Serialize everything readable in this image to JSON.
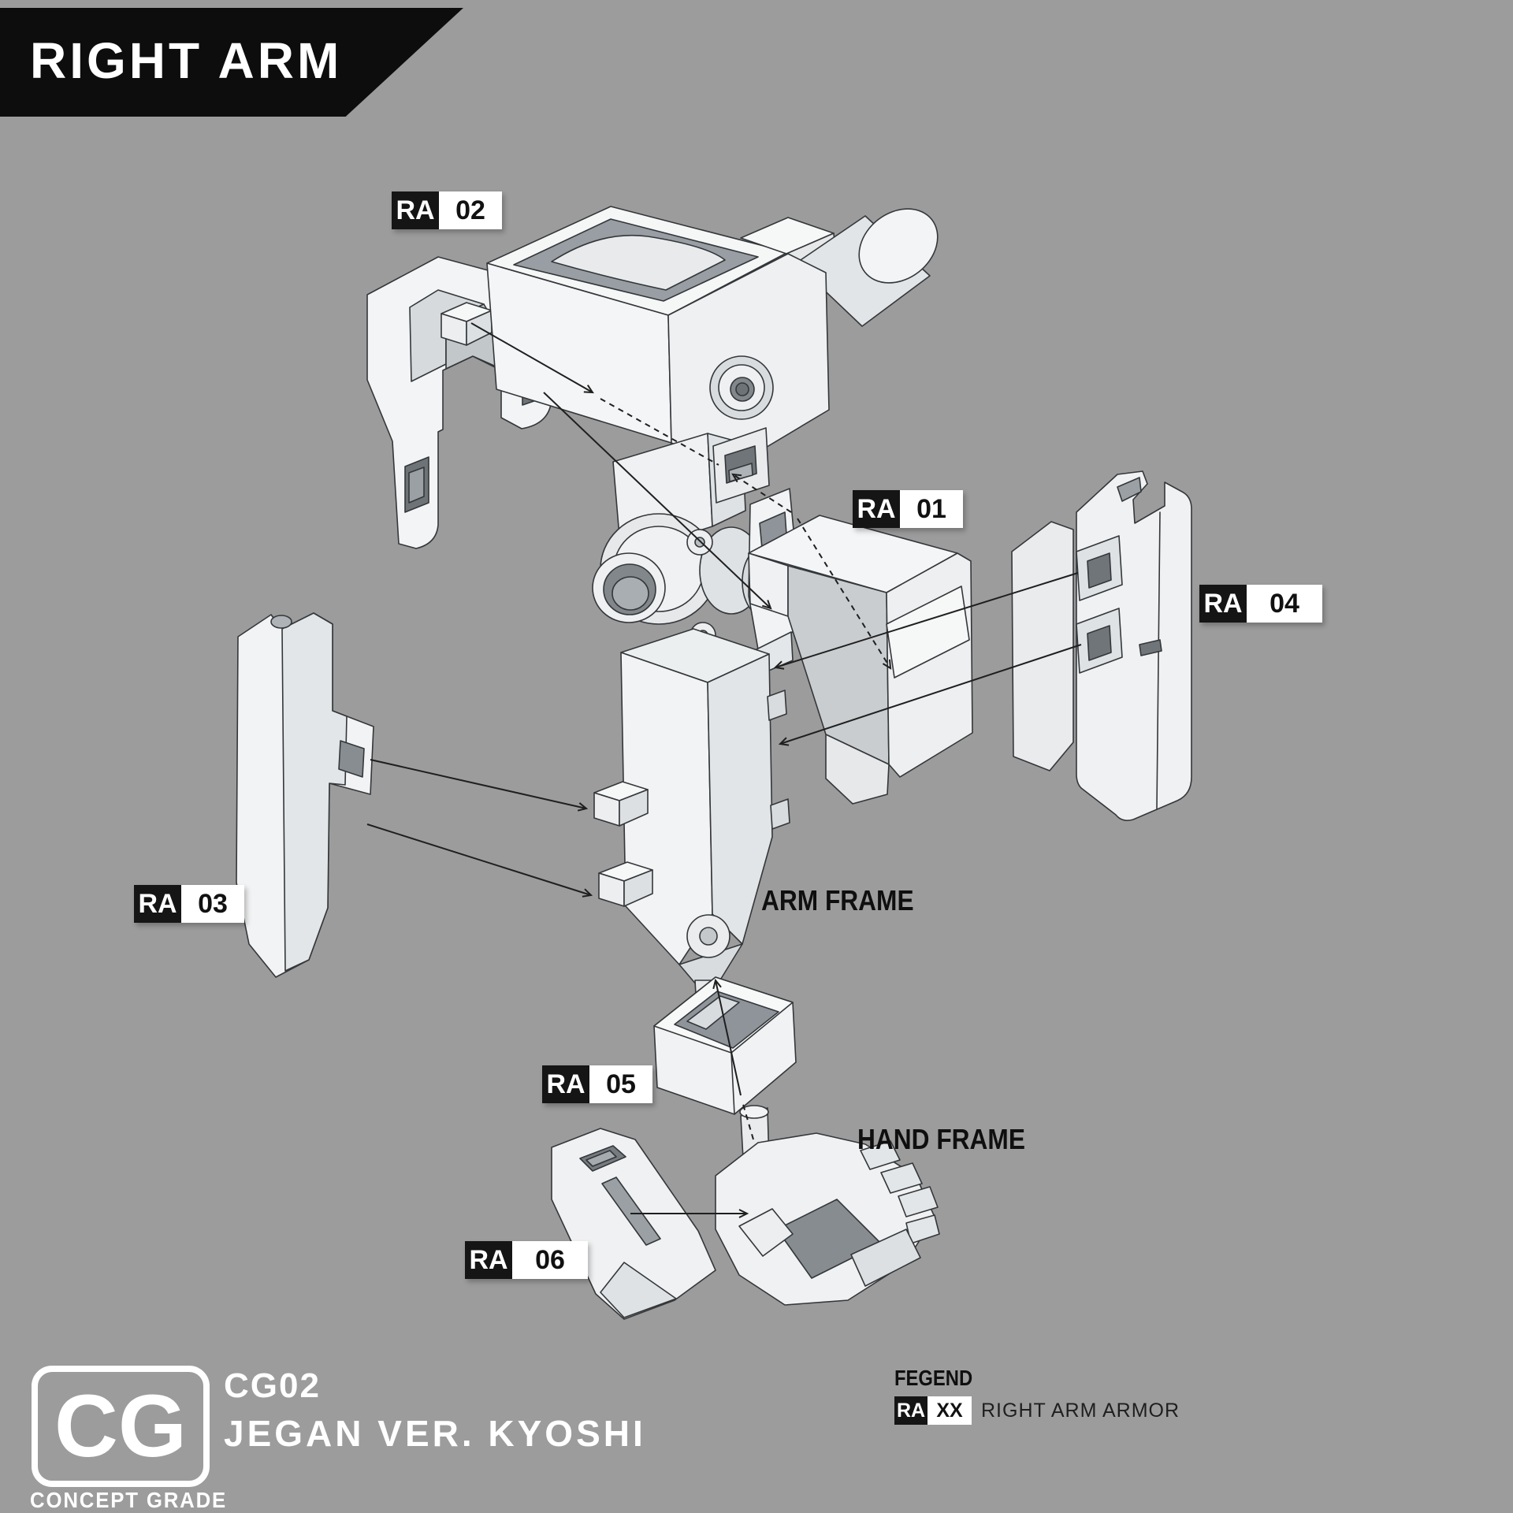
{
  "page": {
    "colors": {
      "background": "#9c9c9c",
      "banner": "#0d0d0d",
      "badge_black": "#151515",
      "badge_white": "#ffffff",
      "ink": "#1f1f1f",
      "part_light": "#f2f3f4",
      "part_shade": "#c7cbce"
    }
  },
  "header": {
    "title": "RIGHT ARM"
  },
  "diagram": {
    "callouts": [
      {
        "id": "ra01",
        "prefix": "RA",
        "number": "01"
      },
      {
        "id": "ra02",
        "prefix": "RA",
        "number": "02"
      },
      {
        "id": "ra03",
        "prefix": "RA",
        "number": "03"
      },
      {
        "id": "ra04",
        "prefix": "RA",
        "number": "04"
      },
      {
        "id": "ra05",
        "prefix": "RA",
        "number": "05"
      },
      {
        "id": "ra06",
        "prefix": "RA",
        "number": "06"
      }
    ],
    "annotations": {
      "arm_frame": "ARM FRAME",
      "hand_frame": "HAND FRAME"
    }
  },
  "legend": {
    "title": "FEGEND",
    "badge_prefix": "RA",
    "badge_number": "XX",
    "description": "RIGHT ARM ARMOR"
  },
  "branding": {
    "logo_initials": "CG",
    "logo_caption": "CONCEPT GRADE",
    "product_code": "CG02",
    "product_name": "JEGAN VER. KYOSHI"
  }
}
